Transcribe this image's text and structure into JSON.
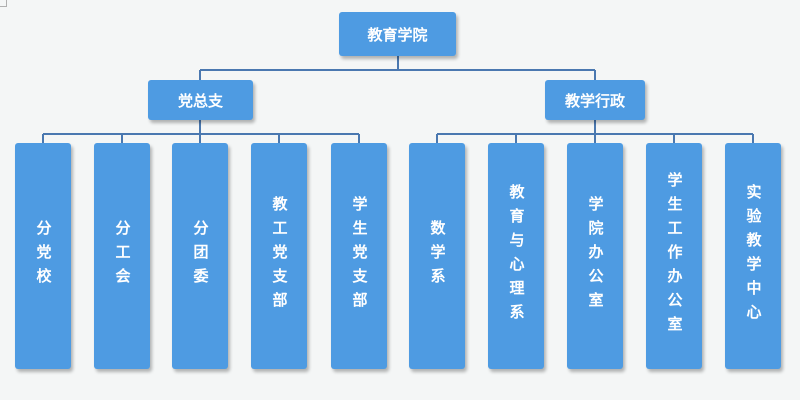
{
  "root": {
    "label": "教育学院"
  },
  "branches": [
    {
      "label": "党总支",
      "children": [
        "分党校",
        "分工会",
        "分团委",
        "教工党支部",
        "学生党支部"
      ]
    },
    {
      "label": "教学行政",
      "children": [
        "数学系",
        "教育与心理系",
        "学院办公室",
        "学生工作办公室",
        "实验教学中心"
      ]
    }
  ],
  "colors": {
    "box": "#4e9be2",
    "line": "#4a78b0",
    "text": "#ffffff",
    "background": "#f4f6f6"
  }
}
